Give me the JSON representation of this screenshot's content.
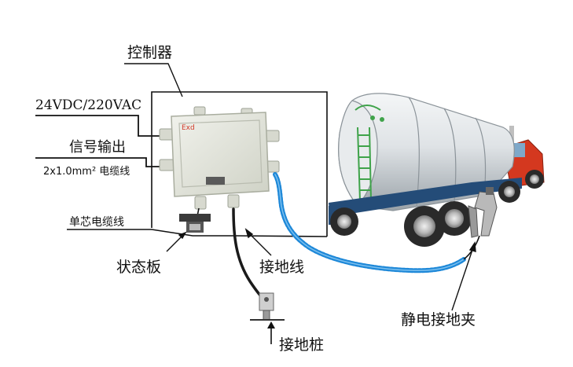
{
  "labels": {
    "controller": "控制器",
    "power": "24VDC/220VAC",
    "signal": "信号输出",
    "cable_spec": "2x1.0mm² 电缆线",
    "single_core": "单芯电缆线",
    "status_board": "状态板",
    "ground_wire": "接地线",
    "ground_clamp": "静电接地夹",
    "ground_post": "接地桩",
    "box_mark": "Exd"
  },
  "colors": {
    "line": "#111111",
    "box_body": "#e6e8df",
    "box_edge": "#a9ad9f",
    "coil": "#1e88d8",
    "tank": "#d9dde0",
    "ladder": "#3fa34a",
    "truck_red": "#d4381f",
    "chassis": "#244c78",
    "tire": "#2a2a2a",
    "rim": "#c9c9c9",
    "mark_red": "#d23a2a"
  }
}
